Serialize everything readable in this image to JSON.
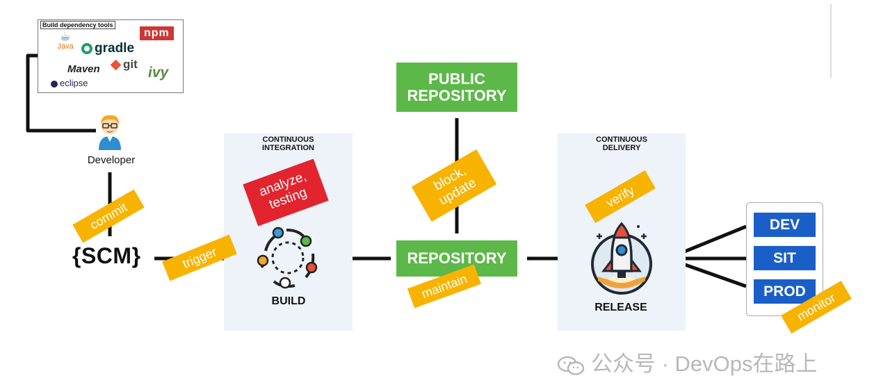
{
  "build_tools": {
    "title": "Build dependency tools",
    "logos": {
      "npm": "npm",
      "java": "Java",
      "gradle": "gradle",
      "maven": "Maven",
      "git": "git",
      "ivy": "ivy",
      "eclipse": "eclipse"
    }
  },
  "developer": {
    "label": "Developer"
  },
  "scm": {
    "label": "{SCM}"
  },
  "ci": {
    "title_line1": "CONTINUOUS",
    "title_line2": "INTEGRATION",
    "stage": "BUILD"
  },
  "cd": {
    "title_line1": "CONTINUOUS",
    "title_line2": "DELIVERY",
    "stage": "RELEASE"
  },
  "repositories": {
    "public_line1": "PUBLIC",
    "public_line2": "REPOSITORY",
    "main": "REPOSITORY"
  },
  "environments": [
    "DEV",
    "SIT",
    "PROD"
  ],
  "tags": {
    "commit": "commit",
    "trigger": "trigger",
    "analyze_line1": "analyze,",
    "analyze_line2": "testing",
    "block_line1": "block,",
    "block_line2": "update",
    "maintain": "maintain",
    "verify": "verify",
    "monitor": "monitor"
  },
  "watermark": "公众号 · DevOps在路上",
  "colors": {
    "green": "#5cb848",
    "tag_yellow": "#f7b300",
    "tag_red": "#e2242f",
    "env_blue": "#1a5fc7",
    "panel_bg": "#eef3f9"
  }
}
